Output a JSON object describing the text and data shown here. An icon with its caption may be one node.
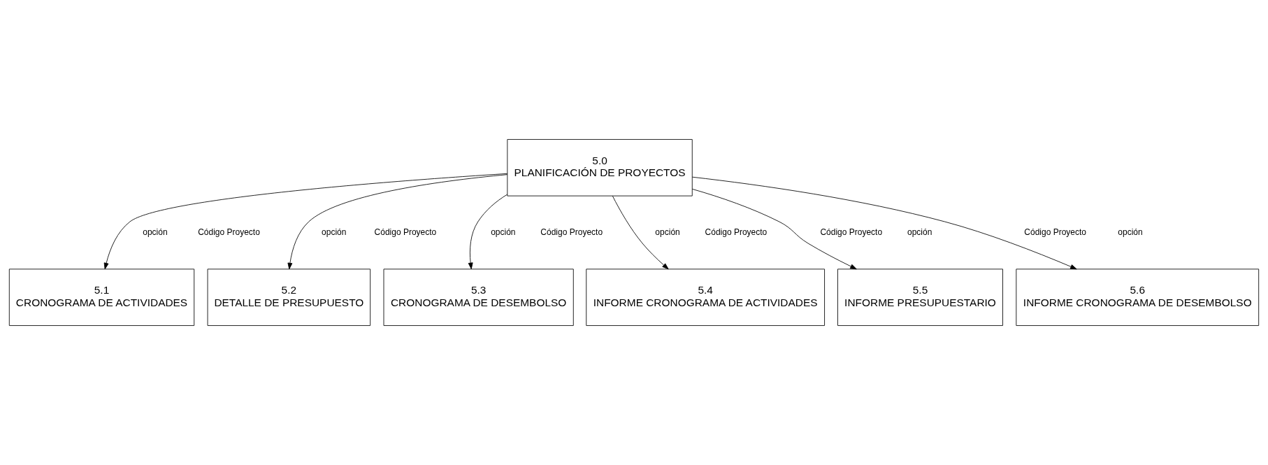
{
  "diagram": {
    "nodes": [
      {
        "text": [
          "5.0",
          "PLANIFICACIÓN DE PROYECTOS"
        ]
      },
      {
        "text": [
          "5.1",
          "CRONOGRAMA DE ACTIVIDADES"
        ]
      },
      {
        "text": [
          "5.2",
          "DETALLE DE PRESUPUESTO"
        ]
      },
      {
        "text": [
          "5.3",
          "CRONOGRAMA DE DESEMBOLSO"
        ]
      },
      {
        "text": [
          "5.4",
          "INFORME CRONOGRAMA DE ACTIVIDADES"
        ]
      },
      {
        "text": [
          "5.5",
          "INFORME PRESUPUESTARIO"
        ]
      },
      {
        "text": [
          "5.6",
          "INFORME CRONOGRAMA DE DESEMBOLSO"
        ]
      }
    ],
    "edges": [
      {
        "from": 0,
        "to": 1,
        "arrow": "to"
      },
      {
        "from": 0,
        "to": 2,
        "arrow": "to"
      },
      {
        "from": 0,
        "to": 3,
        "arrow": "to"
      },
      {
        "from": 0,
        "to": 4,
        "arrow": "to"
      },
      {
        "from": 0,
        "to": 5,
        "arrow": "to"
      },
      {
        "from": 0,
        "to": 6,
        "arrow": "to"
      }
    ],
    "labels": [
      "opción",
      "Código Proyecto",
      "opción",
      "Código Proyecto",
      "opción",
      "Código Proyecto",
      "opción",
      "Código Proyecto",
      "Código Proyecto",
      "opción",
      "Código Proyecto",
      "opción"
    ]
  }
}
